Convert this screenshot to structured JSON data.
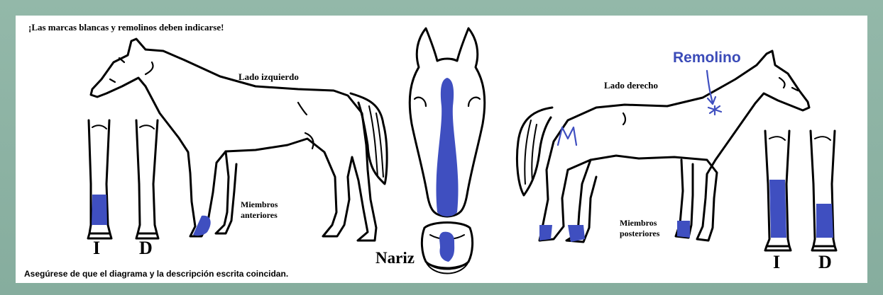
{
  "header": {
    "note": "¡Las marcas blancas y remolinos deben indicarse!"
  },
  "footer": {
    "note": "Asegúrese de que el diagrama y la descripción escrita coincidan."
  },
  "labels": {
    "left_side": "Lado izquierdo",
    "right_side": "Lado derecho",
    "front_legs_line1": "Miembros",
    "front_legs_line2": "anteriores",
    "hind_legs_line1": "Miembros",
    "hind_legs_line2": "posteriores",
    "whorl": "Remolino",
    "nose": "Nariz",
    "left_leg_letter": "I",
    "right_leg_letter": "D"
  },
  "colors": {
    "frame": "#8fb3a5",
    "card": "#ffffff",
    "marking": "#3f4fc0",
    "outline": "#000000"
  }
}
